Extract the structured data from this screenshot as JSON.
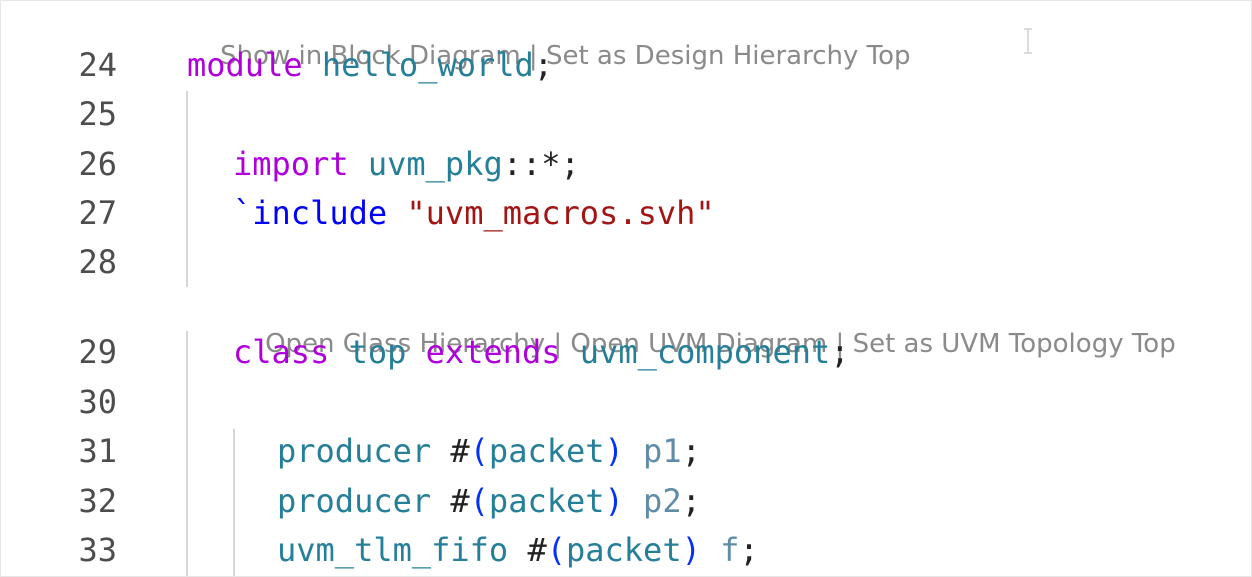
{
  "codelens": {
    "module_lens": {
      "show_block_diagram": "Show in Block Diagram",
      "set_design_top": "Set as Design Hierarchy Top",
      "separator": " | "
    },
    "class_lens": {
      "open_class_hierarchy": "Open Class Hierarchy",
      "open_uvm_diagram": "Open UVM Diagram",
      "set_uvm_top": "Set as UVM Topology Top",
      "separator": " | "
    }
  },
  "line_numbers": [
    "24",
    "25",
    "26",
    "27",
    "28",
    "29",
    "30",
    "31",
    "32",
    "33"
  ],
  "code": {
    "l24": {
      "kw": "module",
      "name": "hello_world",
      "semi": ";"
    },
    "l26": {
      "kw": "import",
      "pkg": "uvm_pkg",
      "rest": "::*;"
    },
    "l27": {
      "dir": "`include",
      "str": "\"uvm_macros.svh\""
    },
    "l29": {
      "kw1": "class",
      "name": "top",
      "kw2": "extends",
      "base": "uvm_component",
      "semi": ";"
    },
    "l31": {
      "type": "producer",
      "hash": "#",
      "open": "(",
      "param": "packet",
      "close": ")",
      "var": "p1",
      "semi": ";"
    },
    "l32": {
      "type": "producer",
      "hash": "#",
      "open": "(",
      "param": "packet",
      "close": ")",
      "var": "p2",
      "semi": ";"
    },
    "l33": {
      "type": "uvm_tlm_fifo",
      "hash": "#",
      "open": "(",
      "param": "packet",
      "close": ")",
      "var": "f",
      "semi": ";"
    }
  },
  "colors": {
    "keyword": "#af00db",
    "type": "#267f99",
    "directive": "#0000ff",
    "string": "#a31515",
    "variable": "#5f8ca6",
    "paren": "#0431fa",
    "line_number": "#4d4d4d",
    "codelens": "#8a8a8a"
  },
  "icons": {
    "text_cursor": "ibeam-cursor-icon"
  }
}
